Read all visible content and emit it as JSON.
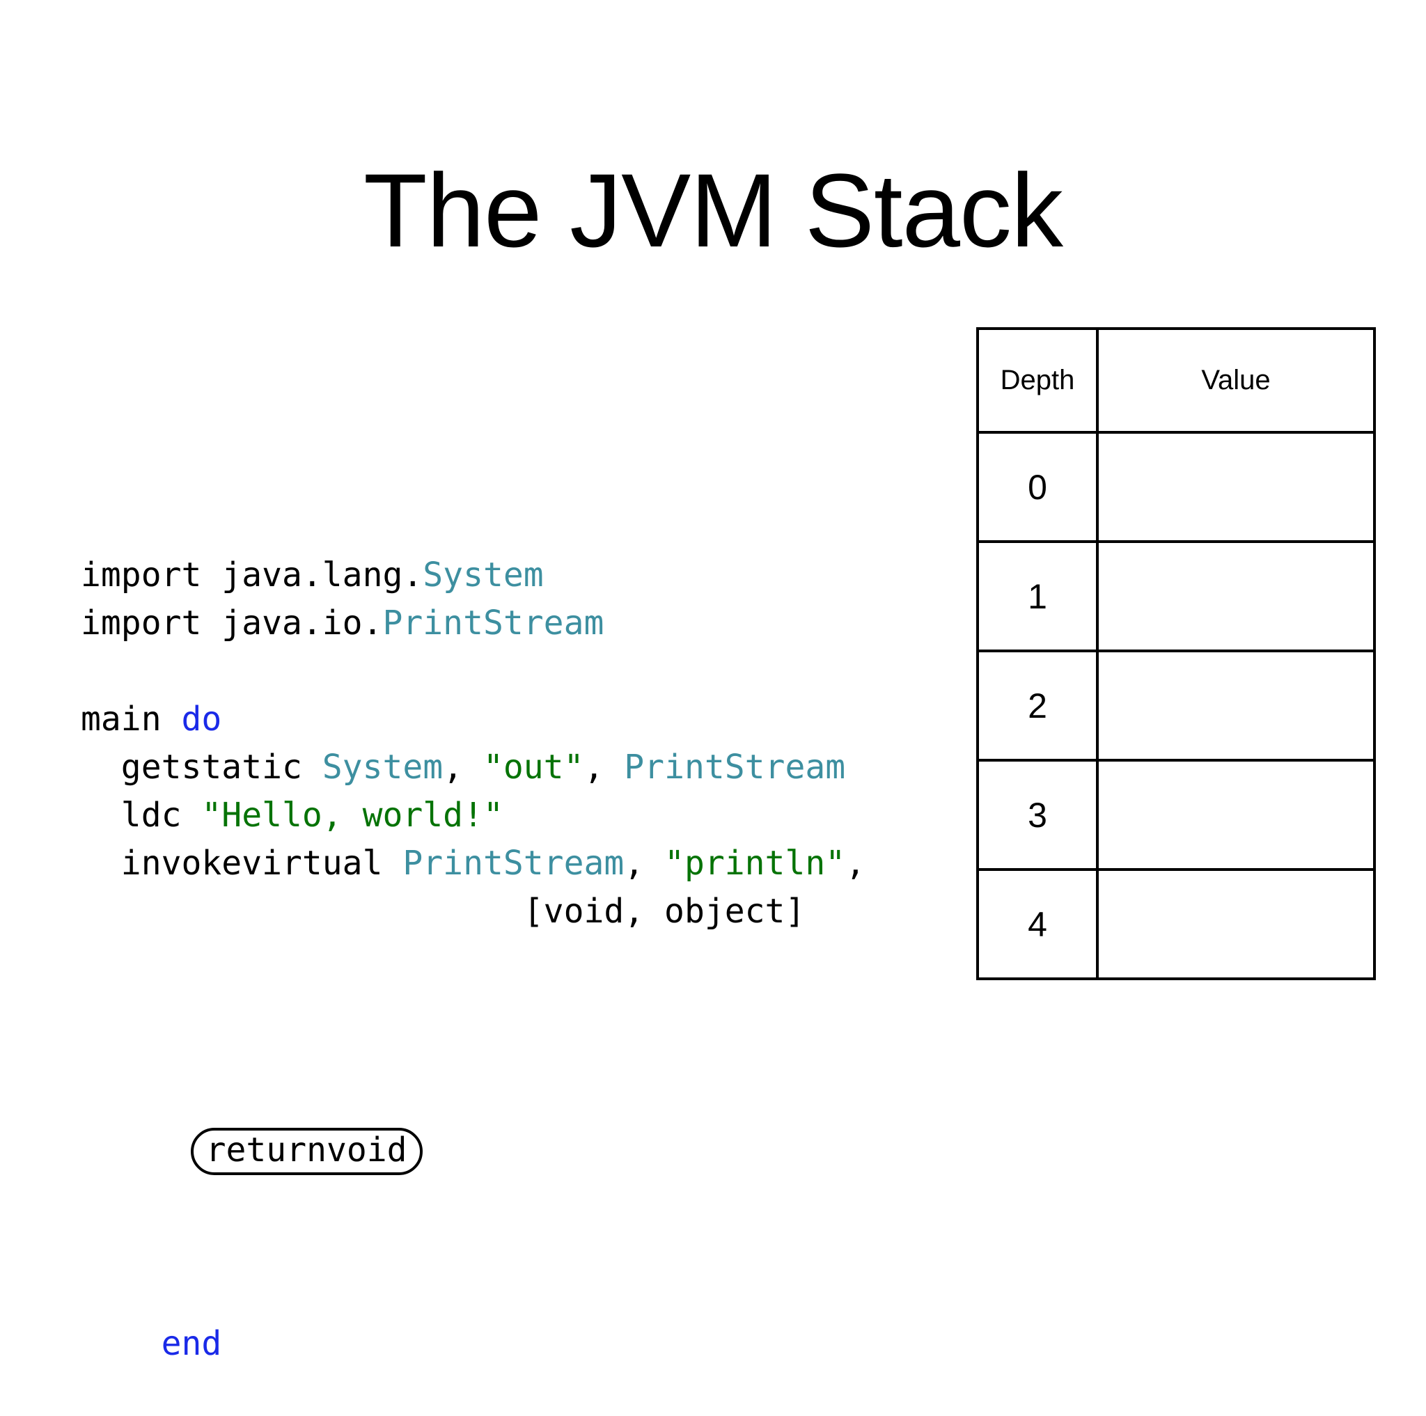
{
  "slide": {
    "title": "The JVM Stack",
    "background_color": "#ffffff"
  },
  "palette": {
    "text": "#000000",
    "class_name": "#3d8fa0",
    "keyword": "#1a2ae8",
    "string_literal": "#067306",
    "rule": "#000000"
  },
  "code": {
    "language": "jvm-assembly",
    "lines": [
      {
        "id": "import-system",
        "segments": [
          {
            "text": "import java.lang.",
            "kind": "plain"
          },
          {
            "text": "System",
            "kind": "class"
          }
        ]
      },
      {
        "id": "import-printstream",
        "segments": [
          {
            "text": "import java.io.",
            "kind": "plain"
          },
          {
            "text": "PrintStream",
            "kind": "class"
          }
        ]
      },
      {
        "id": "blank-1",
        "segments": []
      },
      {
        "id": "main-do",
        "segments": [
          {
            "text": "main ",
            "kind": "plain"
          },
          {
            "text": "do",
            "kind": "keyword"
          }
        ]
      },
      {
        "id": "getstatic",
        "segments": [
          {
            "text": "  getstatic ",
            "kind": "plain"
          },
          {
            "text": "System",
            "kind": "class"
          },
          {
            "text": ", ",
            "kind": "plain"
          },
          {
            "text": "\"out\"",
            "kind": "string"
          },
          {
            "text": ", ",
            "kind": "plain"
          },
          {
            "text": "PrintStream",
            "kind": "class"
          }
        ]
      },
      {
        "id": "ldc",
        "segments": [
          {
            "text": "  ldc ",
            "kind": "plain"
          },
          {
            "text": "\"Hello, world!\"",
            "kind": "string"
          }
        ]
      },
      {
        "id": "invokevirtual",
        "segments": [
          {
            "text": "  invokevirtual ",
            "kind": "plain"
          },
          {
            "text": "PrintStream",
            "kind": "class"
          },
          {
            "text": ", ",
            "kind": "plain"
          },
          {
            "text": "\"println\"",
            "kind": "string"
          },
          {
            "text": ",",
            "kind": "plain"
          }
        ]
      },
      {
        "id": "signature-continuation",
        "segments": [
          {
            "text": "                      [void, object]",
            "kind": "plain"
          }
        ]
      }
    ],
    "highlighted_instruction": {
      "label": "returnvoid",
      "shape": "rounded-outline"
    },
    "end_keyword": "end"
  },
  "stack_table": {
    "headers": [
      "Depth",
      "Value"
    ],
    "rows": [
      {
        "depth": "0",
        "value": ""
      },
      {
        "depth": "1",
        "value": ""
      },
      {
        "depth": "2",
        "value": ""
      },
      {
        "depth": "3",
        "value": ""
      },
      {
        "depth": "4",
        "value": ""
      }
    ]
  }
}
